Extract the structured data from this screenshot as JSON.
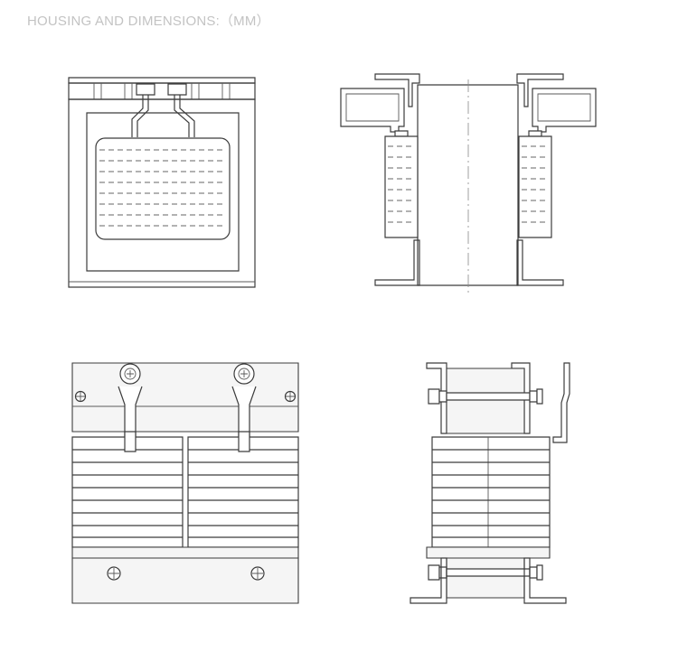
{
  "header": {
    "title": "HOUSING AND DIMENSIONS:（MM）"
  },
  "colors": {
    "line": "#3c3c3c",
    "title": "#c3c3c3",
    "background": "#ffffff"
  },
  "views": [
    {
      "name": "front-view-top-left"
    },
    {
      "name": "side-section-view-top-right"
    },
    {
      "name": "front-view-bottom-left"
    },
    {
      "name": "side-view-bottom-right"
    }
  ]
}
